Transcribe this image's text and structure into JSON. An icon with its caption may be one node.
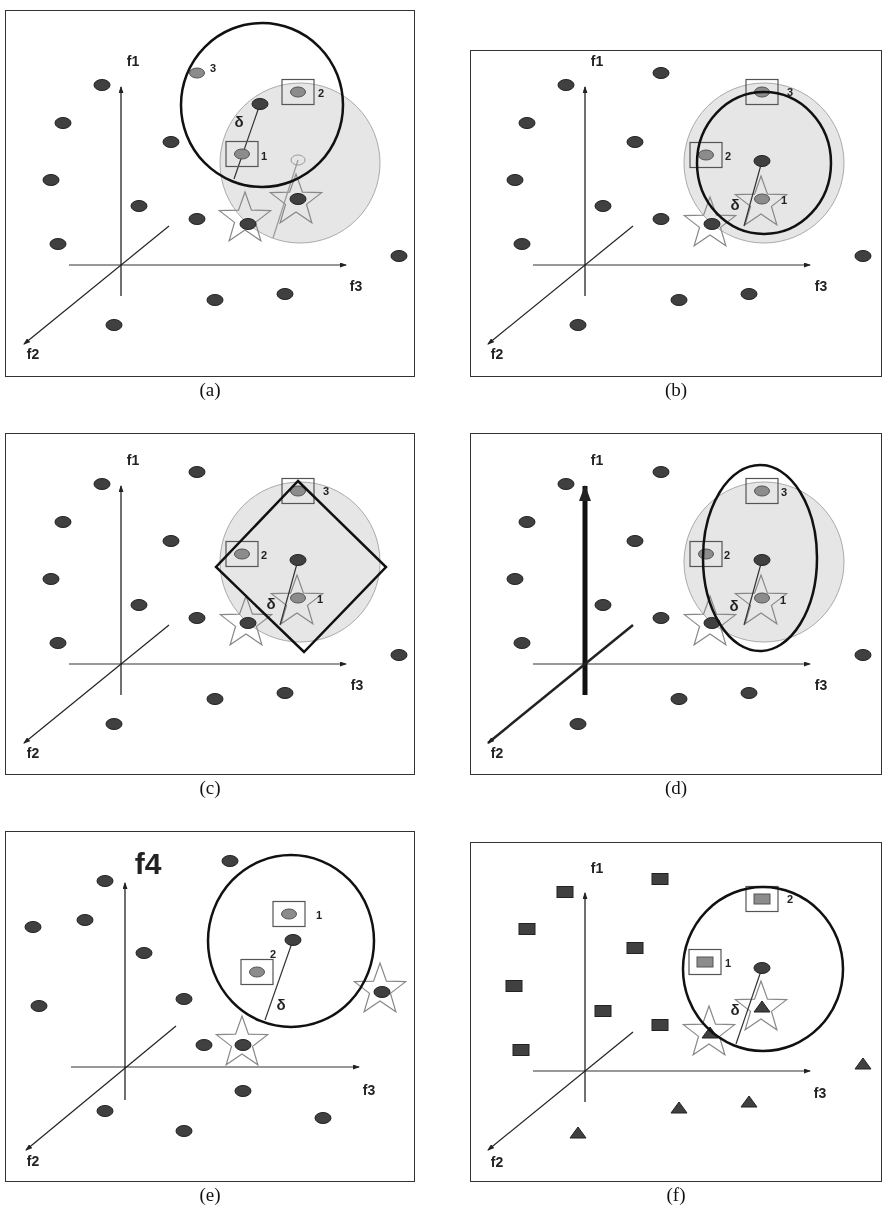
{
  "diagram": {
    "nodes": [
      {
        "text": [
          "f1",
          "3",
          "2",
          "δ",
          "1",
          "f3",
          "f2"
        ],
        "beside": [
          "(a)"
        ]
      },
      {
        "text": [
          "f1",
          "3",
          "2",
          "δ",
          "1",
          "f3",
          "f2"
        ],
        "beside": [
          "(b)"
        ]
      },
      {
        "text": [
          "f1",
          "3",
          "2",
          "δ",
          "1",
          "f3",
          "f2"
        ],
        "beside": [
          "(c)"
        ]
      },
      {
        "text": [
          "f1",
          "3",
          "2",
          "δ",
          "1",
          "f3",
          "f2"
        ],
        "beside": [
          "(d)"
        ]
      },
      {
        "text": [
          "f4",
          "1",
          "2",
          "δ",
          "f3",
          "f2"
        ],
        "beside": [
          "(e)"
        ]
      },
      {
        "text": [
          "f1",
          "2",
          "1",
          "δ",
          "f3",
          "f2"
        ],
        "beside": [
          "(f)"
        ]
      }
    ]
  }
}
